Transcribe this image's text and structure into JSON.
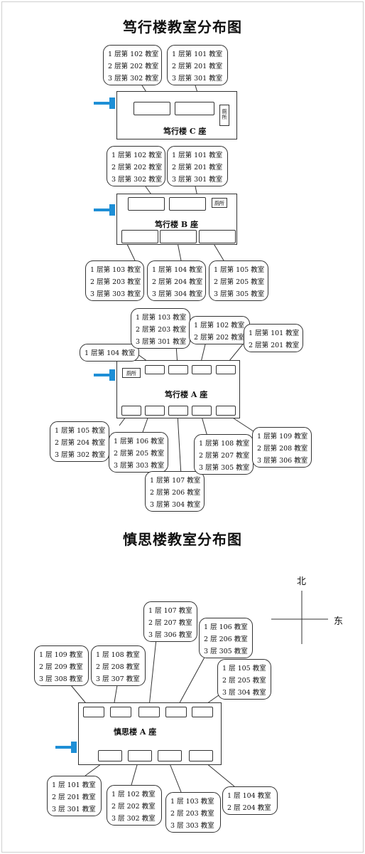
{
  "titles": {
    "duxing": "笃行楼教室分布图",
    "shensi": "慎思楼教室分布图"
  },
  "buildings": {
    "duxing_c": "笃行楼 C 座",
    "duxing_b": "笃行楼 B 座",
    "duxing_a": "笃行楼 A 座",
    "shensi_a": "慎思楼 A 座"
  },
  "wc_label": "厕所",
  "compass": {
    "north": "北",
    "east": "东"
  },
  "colors": {
    "entrance": "#1e8fd6",
    "line": "#333333"
  },
  "callouts": {
    "c_left": [
      "1 层第 102 教室",
      "2 层第 202 教室",
      "3 层第 302 教室"
    ],
    "c_right": [
      "1 层第 101 教室",
      "2 层第 201 教室",
      "3 层第 301 教室"
    ],
    "b_tl": [
      "1 层第 102 教室",
      "2 层第 202 教室",
      "3 层第 302 教室"
    ],
    "b_tr": [
      "1 层第 101 教室",
      "2 层第 201 教室",
      "3 层第 301 教室"
    ],
    "b_bl": [
      "1 层第 103 教室",
      "2 层第 203 教室",
      "3 层第 303 教室"
    ],
    "b_bm": [
      "1 层第 104 教室",
      "2 层第 204 教室",
      "3 层第 304 教室"
    ],
    "b_br": [
      "1 层第 105 教室",
      "2 层第 205 教室",
      "3 层第 305 教室"
    ],
    "a_104": [
      "1 层第 104 教室"
    ],
    "a_103": [
      "1 层第 103 教室",
      "2 层第 203 教室",
      "3 层第 301 教室"
    ],
    "a_102": [
      "1 层第 102 教室",
      "2 层第 202 教室"
    ],
    "a_101": [
      "1 层第 101 教室",
      "2 层第 201 教室"
    ],
    "a_105": [
      "1 层第 105 教室",
      "2 层第 204 教室",
      "3 层第 302 教室"
    ],
    "a_106": [
      "1 层第 106 教室",
      "2 层第 205 教室",
      "3 层第 303 教室"
    ],
    "a_107": [
      "1 层第 107 教室",
      "2 层第 206 教室",
      "3 层第 304 教室"
    ],
    "a_108": [
      "1 层第 108 教室",
      "2 层第 207 教室",
      "3 层第 305 教室"
    ],
    "a_109": [
      "1 层第 109 教室",
      "2 层第 208 教室",
      "3 层第 306 教室"
    ],
    "s_107": [
      "1 层 107 教室",
      "2 层 207 教室",
      "3 层 306 教室"
    ],
    "s_106": [
      "1 层 106 教室",
      "2 层 206 教室",
      "3 层 305 教室"
    ],
    "s_109": [
      "1 层 109 教室",
      "2 层 209 教室",
      "3 层 308 教室"
    ],
    "s_108": [
      "1 层 108 教室",
      "2 层 208 教室",
      "3 层 307 教室"
    ],
    "s_105": [
      "1 层 105 教室",
      "2 层 205 教室",
      "3 层 304 教室"
    ],
    "s_101": [
      "1 层 101 教室",
      "2 层 201 教室",
      "3 层 301 教室"
    ],
    "s_102": [
      "1 层 102 教室",
      "2 层 202 教室",
      "3 层 302 教室"
    ],
    "s_103": [
      "1 层 103 教室",
      "2 层 203 教室",
      "3 层 303 教室"
    ],
    "s_104": [
      "1 层 104 教室",
      "2 层 204 教室"
    ]
  }
}
